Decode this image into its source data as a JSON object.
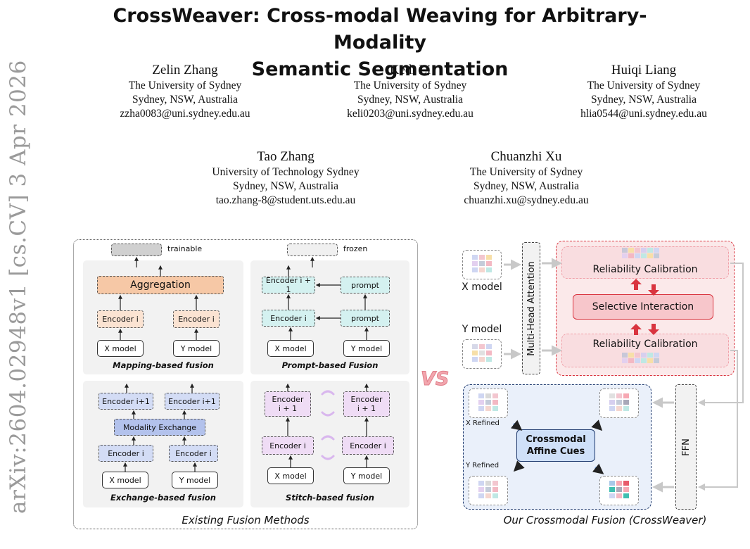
{
  "arxiv_stamp": "arXiv:2604.02948v1  [cs.CV]  3 Apr 2026",
  "title_line1": "CrossWeaver: Cross-modal Weaving for Arbitrary-Modality",
  "title_line2": "Semantic Segmentation",
  "authors": [
    {
      "name": "Zelin Zhang",
      "affiliation": "The University of Sydney",
      "location": "Sydney, NSW, Australia",
      "email": "zzha0083@uni.sydney.edu.au"
    },
    {
      "name": "Kedi Li",
      "affiliation": "The University of Sydney",
      "location": "Sydney, NSW, Australia",
      "email": "keli0203@uni.sydney.edu.au"
    },
    {
      "name": "Huiqi Liang",
      "affiliation": "The University of Sydney",
      "location": "Sydney, NSW, Australia",
      "email": "hlia0544@uni.sydney.edu.au"
    },
    {
      "name": "Tao Zhang",
      "affiliation": "University of Technology Sydney",
      "location": "Sydney, NSW, Australia",
      "email": "tao.zhang-8@student.uts.edu.au"
    },
    {
      "name": "Chuanzhi Xu",
      "affiliation": "The University of Sydney",
      "location": "Sydney, NSW, Australia",
      "email": "chuanzhi.xu@sydney.edu.au"
    }
  ],
  "figure": {
    "legend": {
      "trainable": "trainable",
      "frozen": "frozen"
    },
    "mapping": {
      "aggregation": "Aggregation",
      "encoder_x": "Encoder i",
      "encoder_y": "Encoder i",
      "x_model": "X model",
      "y_model": "Y model",
      "caption": "Mapping-based fusion"
    },
    "prompt": {
      "encoder_next": "Encoder i + 1",
      "prompt_top": "prompt",
      "encoder": "Encoder i",
      "prompt_bottom": "prompt",
      "x_model": "X model",
      "y_model": "Y model",
      "caption": "Prompt-based Fusion"
    },
    "exchange": {
      "encoder_next_x": "Encoder i+1",
      "encoder_next_y": "Encoder i+1",
      "exchange": "Modality Exchange",
      "encoder_x": "Encoder i",
      "encoder_y": "Encoder i",
      "x_model": "X model",
      "y_model": "Y model",
      "caption": "Exchange-based fusion"
    },
    "stitch": {
      "encoder_next_x_1": "Encoder",
      "encoder_next_x_2": "i + 1",
      "encoder_next_y_1": "Encoder",
      "encoder_next_y_2": "i + 1",
      "encoder_x": "Encoder i",
      "encoder_y": "Encoder i",
      "x_model": "X model",
      "y_model": "Y model",
      "caption": "Stitch-based fusion"
    },
    "left_caption": "Existing Fusion Methods",
    "vs": "VS",
    "right": {
      "x_model": "X model",
      "y_model": "Y model",
      "mha": "Multi-Head Attention",
      "rel_top": "Reliability Calibration",
      "selective": "Selective Interaction",
      "rel_bottom": "Reliability Calibration",
      "ffn": "FFN",
      "x_refined": "X Refined",
      "y_refined": "Y Refined",
      "cues_line1": "Crossmodal",
      "cues_line2": "Affine Cues",
      "caption": "Our Crossmodal Fusion (CrossWeaver)"
    },
    "colors": {
      "accent_red": "#d9343f",
      "peach": "#f6c8a6",
      "cyan": "#d4f1f0",
      "blue": "#b3c2ec",
      "lavender": "#efdcf5"
    }
  }
}
